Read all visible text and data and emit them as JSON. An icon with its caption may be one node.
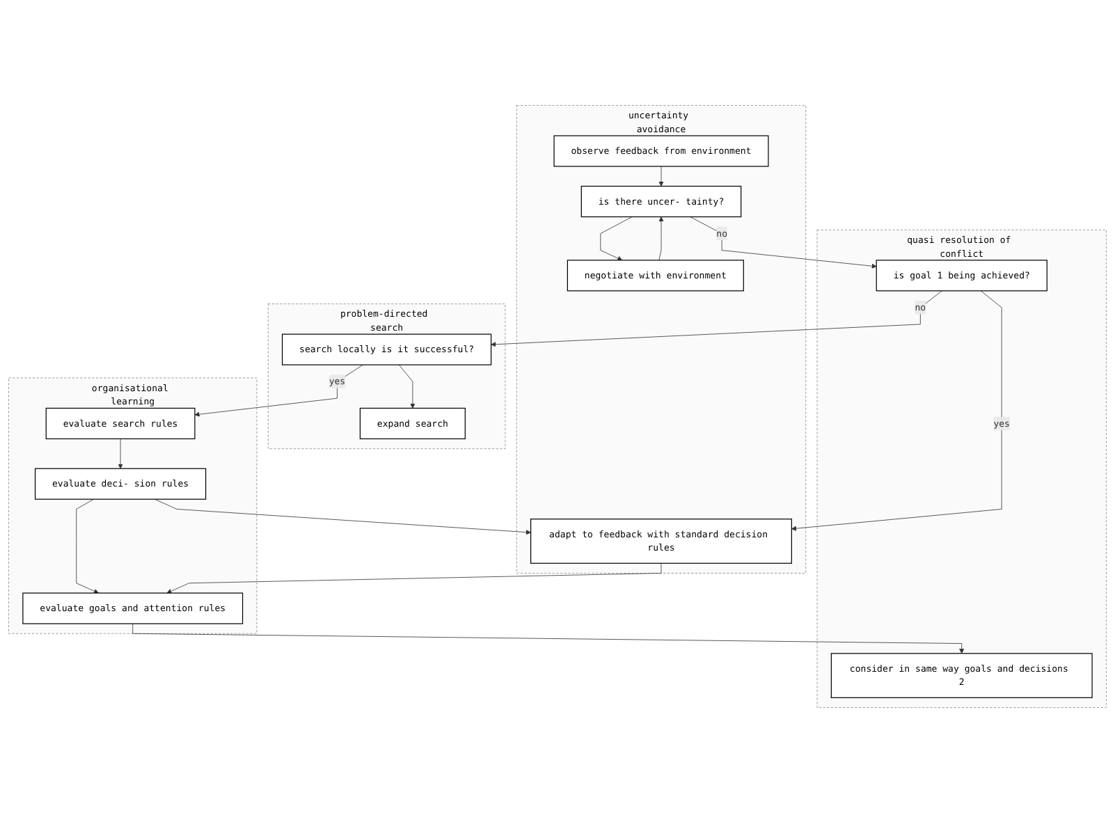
{
  "diagram": {
    "nodes": [
      {
        "text": [
          "quasi resolution of conflict"
        ]
      },
      {
        "text": [
          "uncertainty avoidance"
        ]
      },
      {
        "text": [
          "problem-directed search"
        ]
      },
      {
        "text": [
          "organisational learning"
        ]
      },
      {
        "text": [
          "observe feedback from environment"
        ],
        "in": 1
      },
      {
        "text": [
          "is there uncer- tainty?"
        ],
        "in": 1
      },
      {
        "text": [
          "is goal 1 being achieved?"
        ],
        "in": 0
      },
      {
        "text": [
          "negotiate with environment"
        ],
        "in": 1
      },
      {
        "text": [
          "search locally is it successful?"
        ],
        "in": 2
      },
      {
        "text": [
          "expand search"
        ],
        "in": 2
      },
      {
        "text": [
          "evaluate search rules"
        ],
        "in": 3
      },
      {
        "text": [
          "adapt to feedback with standard decision rules"
        ],
        "in": 1
      },
      {
        "text": [
          "evaluate deci- sion rules"
        ],
        "in": 3
      },
      {
        "text": [
          "evaluate goals and attention rules"
        ],
        "in": 3
      },
      {
        "text": [
          "consider in same way goals and decisions 2"
        ],
        "in": 0
      }
    ],
    "edges": [
      {
        "from": 4,
        "to": 5,
        "arrow": "to"
      },
      {
        "from": 5,
        "to": 6,
        "arrow": "to",
        "label": "no"
      },
      {
        "from": 5,
        "to": 7,
        "arrow": "to"
      },
      {
        "from": 7,
        "to": 5,
        "arrow": "to"
      },
      {
        "from": 6,
        "to": 8,
        "arrow": "to",
        "label": "no"
      },
      {
        "from": 6,
        "to": 11,
        "arrow": "to",
        "label": "yes"
      },
      {
        "from": 8,
        "to": 9,
        "arrow": "to"
      },
      {
        "from": 8,
        "to": 10,
        "arrow": "to",
        "label": "yes"
      },
      {
        "from": 10,
        "to": 12,
        "arrow": "to"
      },
      {
        "from": 12,
        "to": 11,
        "arrow": "to"
      },
      {
        "from": 12,
        "to": 13,
        "arrow": "to"
      },
      {
        "from": 11,
        "to": 13,
        "arrow": "to"
      },
      {
        "from": 13,
        "to": 14,
        "arrow": "to"
      }
    ]
  }
}
